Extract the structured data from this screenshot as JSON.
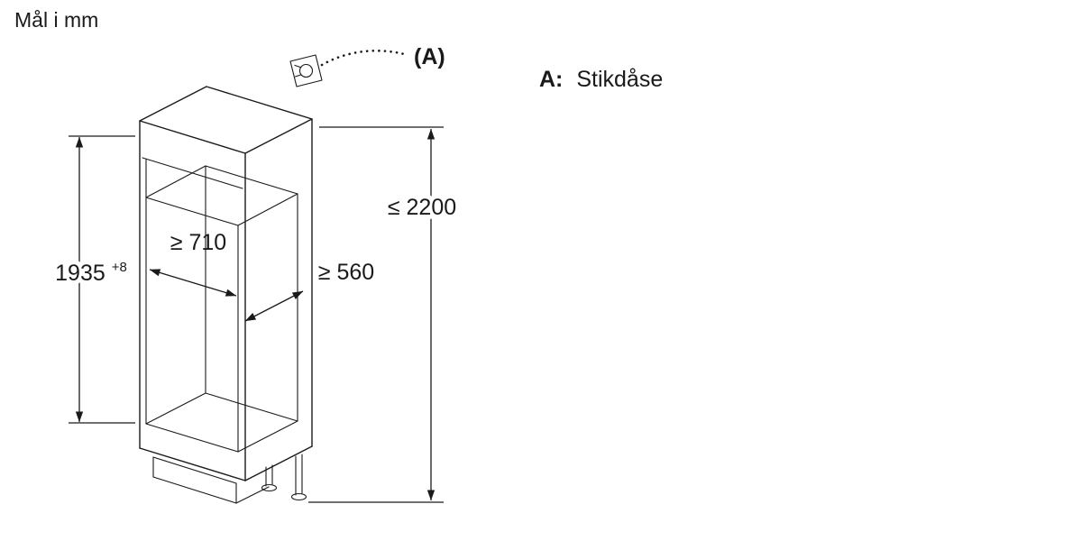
{
  "colors": {
    "background": "#ffffff",
    "line": "#1a1a1a"
  },
  "title": "Mål i mm",
  "callout_label": "(A)",
  "legend": {
    "key": "A:",
    "value": "Stikdåse"
  },
  "dimensions": {
    "inner_height": {
      "value": "1935",
      "tolerance": "+8"
    },
    "inner_width": "≥ 710",
    "inner_depth": "≥ 560",
    "max_total_height": "≤ 2200"
  }
}
